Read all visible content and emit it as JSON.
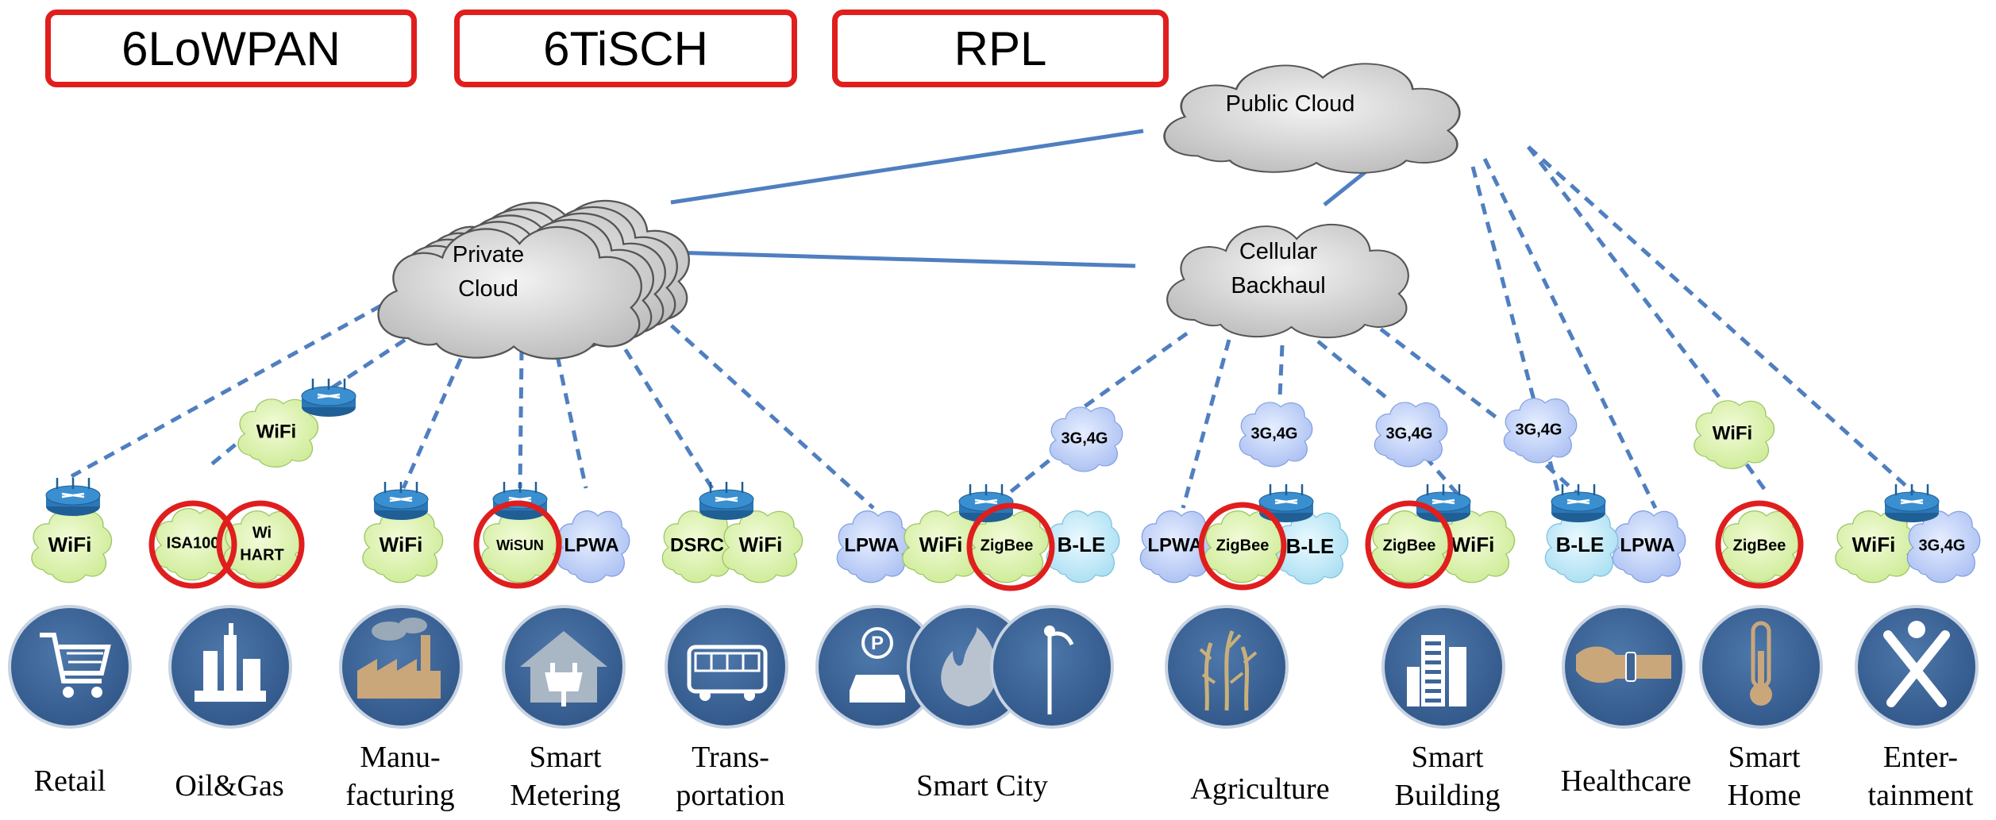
{
  "standards": [
    "6LoWPAN",
    "6TiSCH",
    "RPL"
  ],
  "clouds": {
    "public": "Public Cloud",
    "private_line1": "Private",
    "private_line2": "Cloud",
    "cellular_line1": "Cellular",
    "cellular_line2": "Backhaul"
  },
  "tech": {
    "wifi": "WiFi",
    "isa100": "ISA100",
    "wihart_line1": "Wi",
    "wihart_line2": "HART",
    "wisun": "WiSUN",
    "lpwa": "LPWA",
    "dsrc": "DSRC",
    "zigbee": "ZigBee",
    "ble": "B-LE",
    "cell": "3G,4G"
  },
  "sectors": [
    {
      "line1": "Retail",
      "line2": ""
    },
    {
      "line1": "Oil&Gas",
      "line2": ""
    },
    {
      "line1": "Manu-",
      "line2": "facturing"
    },
    {
      "line1": "Smart",
      "line2": "Metering"
    },
    {
      "line1": "Trans-",
      "line2": "portation"
    },
    {
      "line1": "Smart City",
      "line2": ""
    },
    {
      "line1": "Agriculture",
      "line2": ""
    },
    {
      "line1": "Smart",
      "line2": "Building"
    },
    {
      "line1": "Healthcare",
      "line2": ""
    },
    {
      "line1": "Smart",
      "line2": "Home"
    },
    {
      "line1": "Enter-",
      "line2": "tainment"
    }
  ],
  "colors": {
    "link": "#4f7fc0",
    "green_bubble": "#e0f4b8",
    "green_stroke": "#9cc564",
    "blue_bubble": "#c9d8f7",
    "blue_stroke": "#7f9de0",
    "cyan_bubble": "#c9ecf7",
    "highlight": "#e01e1e",
    "icon_circle": "#3e6596",
    "cloud_fill": "#dcdcdc",
    "router": "#3a8fd0"
  }
}
